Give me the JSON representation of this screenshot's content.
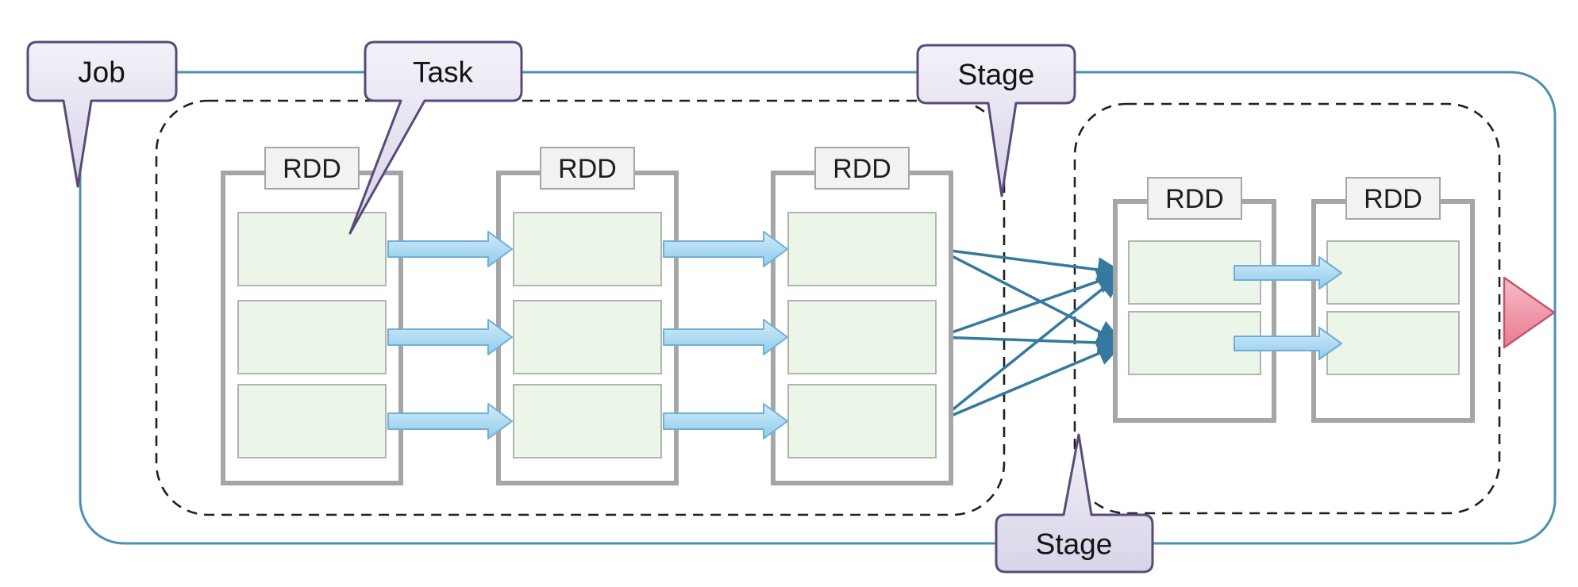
{
  "labels": {
    "rdd": "RDD"
  },
  "callouts": {
    "job": "Job",
    "task": "Task",
    "stage_top": "Stage",
    "stage_bottom": "Stage"
  },
  "structure": {
    "stage_1": {
      "rdd_count": 3,
      "partitions_per_rdd": 3,
      "narrow_dependency_arrows": 6
    },
    "stage_2": {
      "rdd_count": 2,
      "partitions_per_rdd": 2,
      "narrow_dependency_arrows": 2
    },
    "shuffle": {
      "source_partitions": 3,
      "target_partitions": 2,
      "edges": 6
    }
  },
  "colors": {
    "job_boundary": "#4a90b0",
    "stage_boundary": "#1f1f1f",
    "rdd_box_border": "#a6a6a6",
    "rdd_tab_fill": "#f2f2f2",
    "partition_fill": "#ecf6e8",
    "map_arrow_fill": "#aadcf5",
    "shuffle_arrow": "#35799e",
    "callout_fill": "#e7e3f0",
    "callout_border": "#5a4a78",
    "output_marker": "#ee8ea4"
  }
}
